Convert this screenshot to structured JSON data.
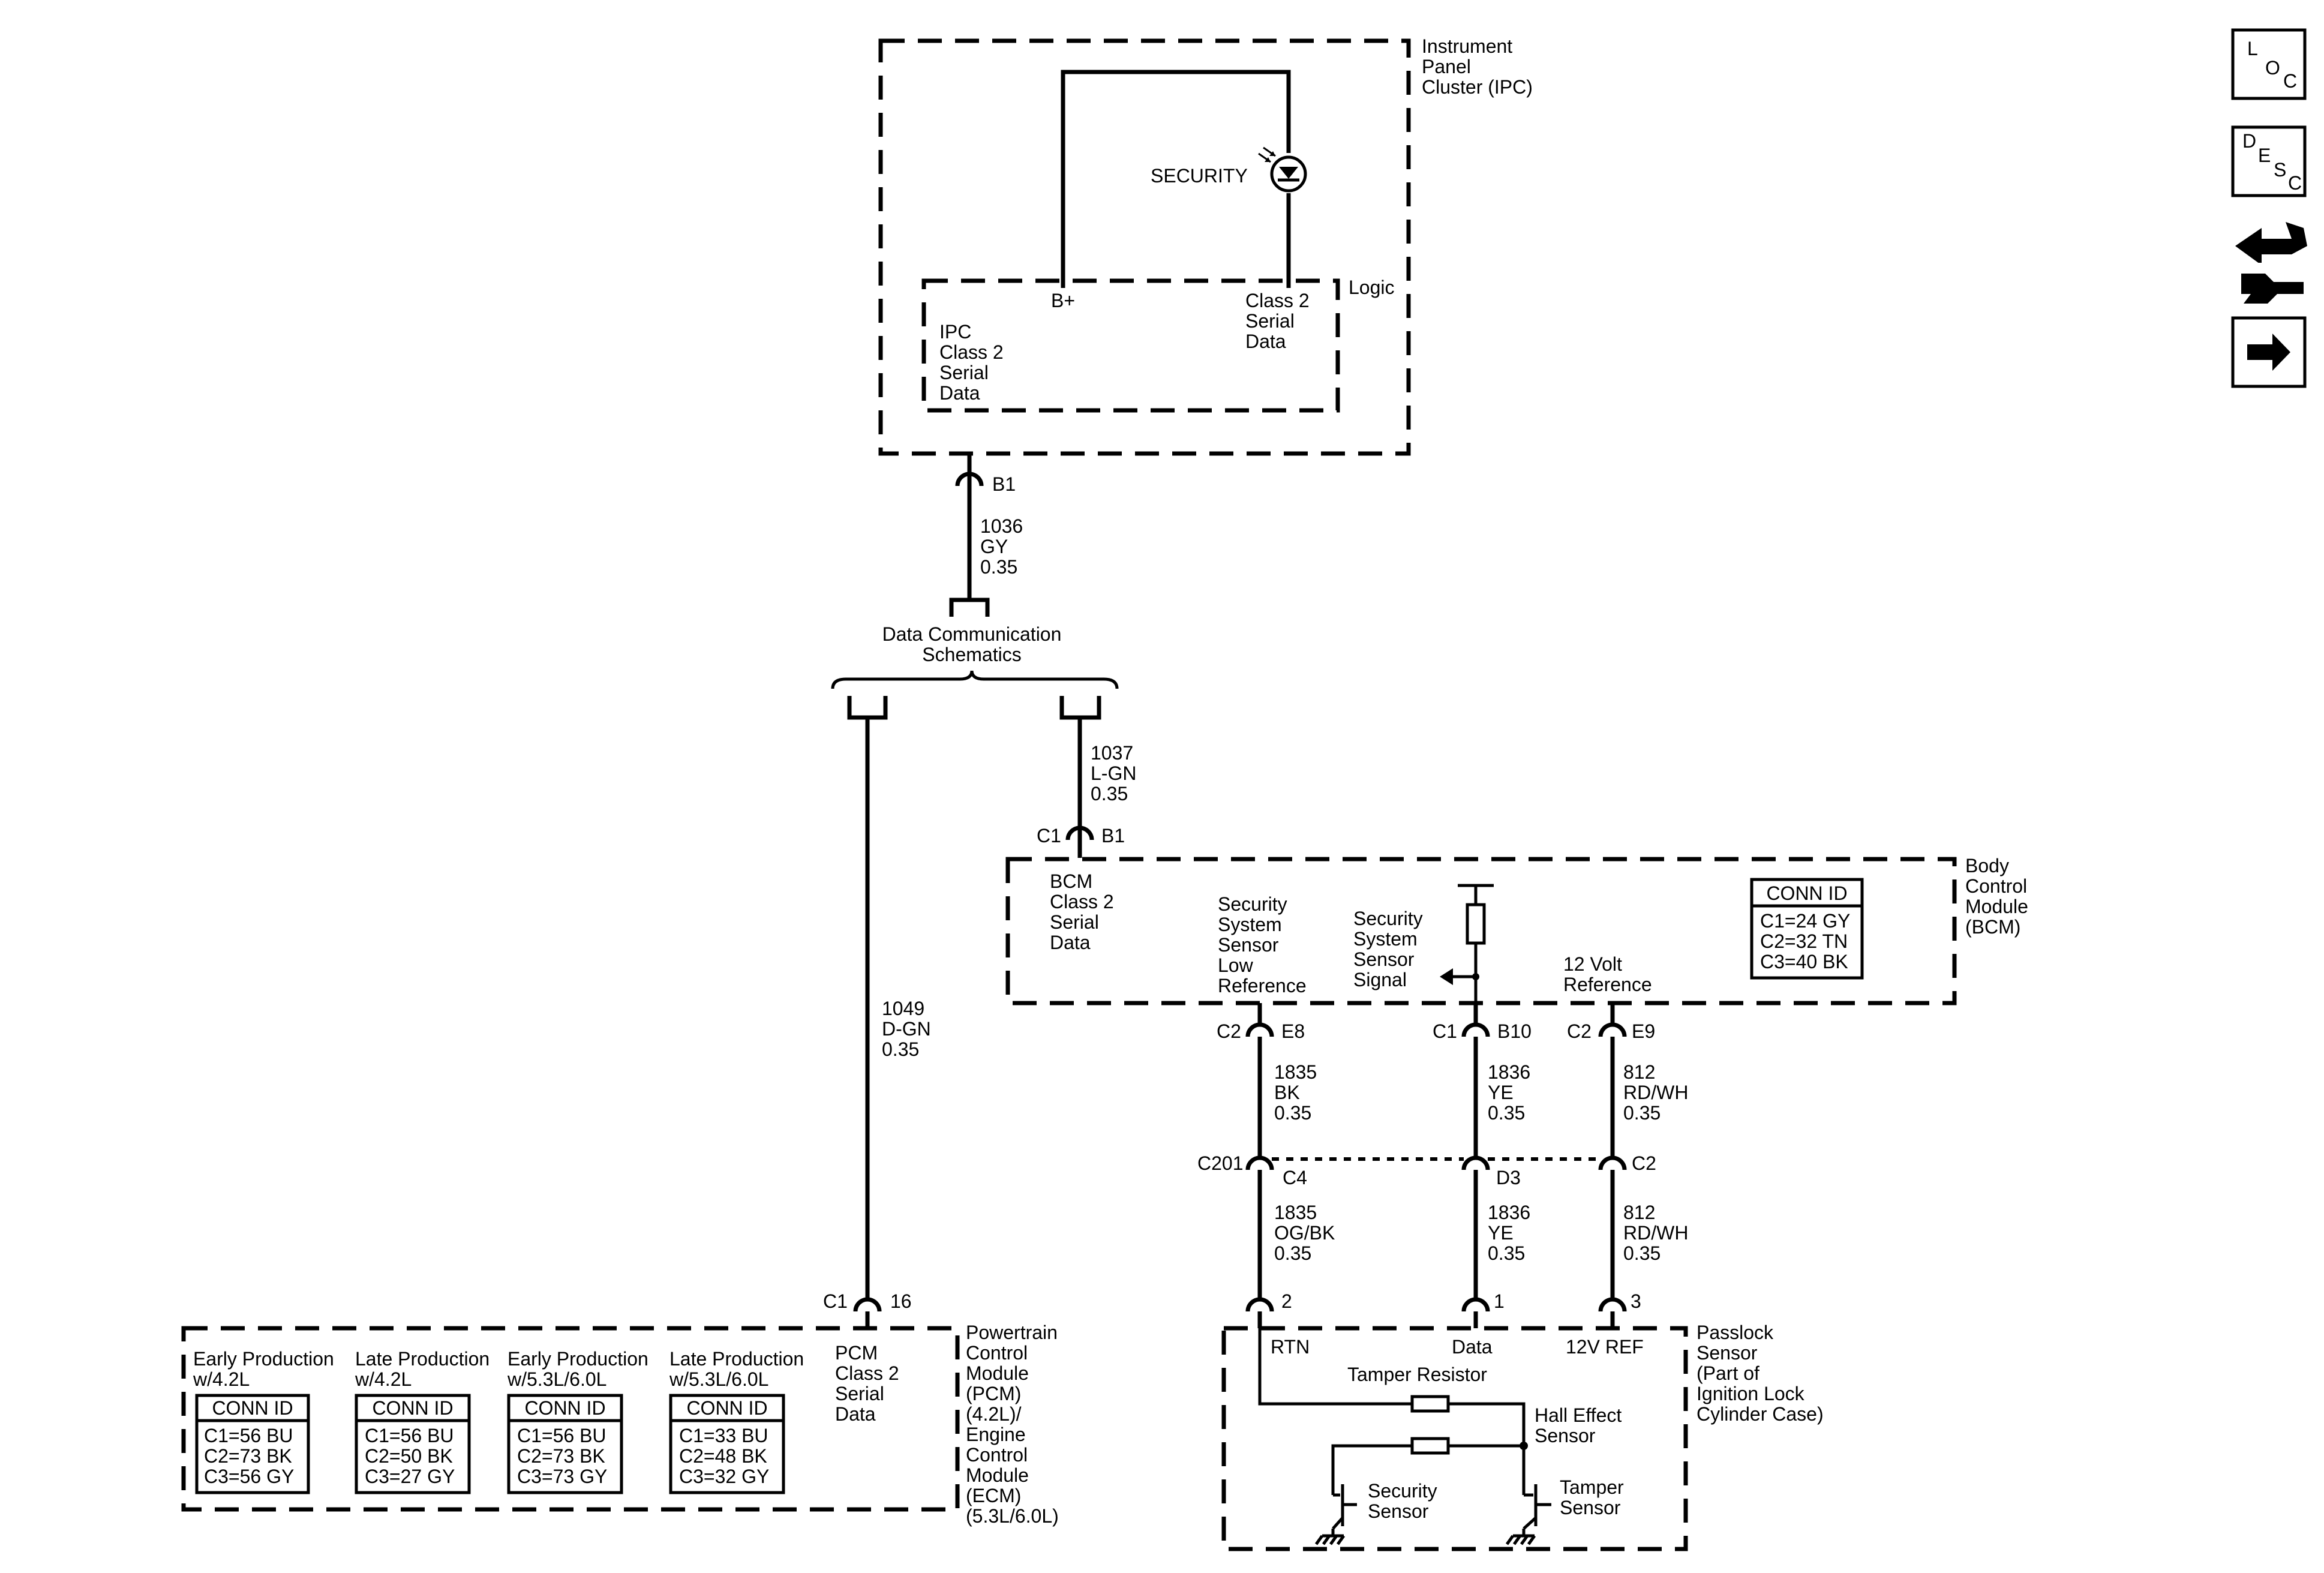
{
  "ipc": {
    "title": [
      "Instrument",
      "Panel",
      "Cluster (IPC)"
    ],
    "logic": "Logic",
    "b_plus": "B+",
    "class2_right": [
      "Class 2",
      "Serial",
      "Data"
    ],
    "class2_left": [
      "IPC",
      "Class 2",
      "Serial",
      "Data"
    ],
    "lamp_label": "SECURITY",
    "conn": "B1",
    "wire": [
      "1036",
      "GY",
      "0.35"
    ]
  },
  "dcs": {
    "label": [
      "Data Communication",
      "Schematics"
    ]
  },
  "bcm": {
    "title": [
      "Body",
      "Control",
      "Module",
      "(BCM)"
    ],
    "class2": [
      "BCM",
      "Class 2",
      "Serial",
      "Data"
    ],
    "input_conn": [
      "C1",
      "B1"
    ],
    "input_wire": [
      "1037",
      "L-GN",
      "0.35"
    ],
    "low_ref": [
      "Security",
      "System",
      "Sensor",
      "Low",
      "Reference"
    ],
    "signal": [
      "Security",
      "System",
      "Sensor",
      "Signal"
    ],
    "volt_ref": [
      "12 Volt",
      "Reference"
    ],
    "conn_header": "CONN ID",
    "conn_rows": [
      "C1=24 GY",
      "C2=32 TN",
      "C3=40 BK"
    ],
    "pins": [
      {
        "c": "C2",
        "p": "E8"
      },
      {
        "c": "C1",
        "p": "B10"
      },
      {
        "c": "C2",
        "p": "E9"
      }
    ]
  },
  "wires_upper": [
    [
      "1835",
      "BK",
      "0.35"
    ],
    [
      "1836",
      "YE",
      "0.35"
    ],
    [
      "812",
      "RD/WH",
      "0.35"
    ]
  ],
  "c201": {
    "label": "C201",
    "pins": [
      "C4",
      "D3",
      "C2"
    ]
  },
  "wires_lower": [
    [
      "1835",
      "OG/BK",
      "0.35"
    ],
    [
      "1836",
      "YE",
      "0.35"
    ],
    [
      "812",
      "RD/WH",
      "0.35"
    ]
  ],
  "pcm_wire": [
    "1049",
    "D-GN",
    "0.35"
  ],
  "pcm": {
    "conn": [
      "C1",
      "16"
    ],
    "title": [
      "Powertrain",
      "Control",
      "Module",
      "(PCM)",
      "(4.2L)/",
      "Engine",
      "Control",
      "Module",
      "(ECM)",
      "(5.3L/6.0L)"
    ],
    "class2": [
      "PCM",
      "Class 2",
      "Serial",
      "Data"
    ],
    "tables": [
      {
        "h": [
          "Early Production",
          "w/4.2L"
        ],
        "rows": [
          "C1=56 BU",
          "C2=73 BK",
          "C3=56 GY"
        ]
      },
      {
        "h": [
          "Late Production",
          "w/4.2L"
        ],
        "rows": [
          "C1=56 BU",
          "C2=50 BK",
          "C3=27 GY"
        ]
      },
      {
        "h": [
          "Early Production",
          "w/5.3L/6.0L"
        ],
        "rows": [
          "C1=56 BU",
          "C2=73 BK",
          "C3=73 GY"
        ]
      },
      {
        "h": [
          "Late Production",
          "w/5.3L/6.0L"
        ],
        "rows": [
          "C1=33 BU",
          "C2=48 BK",
          "C3=32 GY"
        ]
      }
    ],
    "conn_header": "CONN ID"
  },
  "passlock": {
    "title": [
      "Passlock",
      "Sensor",
      "(Part of",
      "Ignition Lock",
      "Cylinder Case)"
    ],
    "pin_nums": [
      "2",
      "1",
      "3"
    ],
    "pin_labels": [
      "RTN",
      "Data",
      "12V REF"
    ],
    "tamper_resistor": "Tamper Resistor",
    "hall": [
      "Hall Effect",
      "Sensor"
    ],
    "security_sensor": [
      "Security",
      "Sensor"
    ],
    "tamper_sensor": [
      "Tamper",
      "Sensor"
    ]
  },
  "nav": {
    "loc": [
      "L",
      "O",
      "C"
    ],
    "desc": [
      "D",
      "E",
      "S",
      "C"
    ]
  }
}
